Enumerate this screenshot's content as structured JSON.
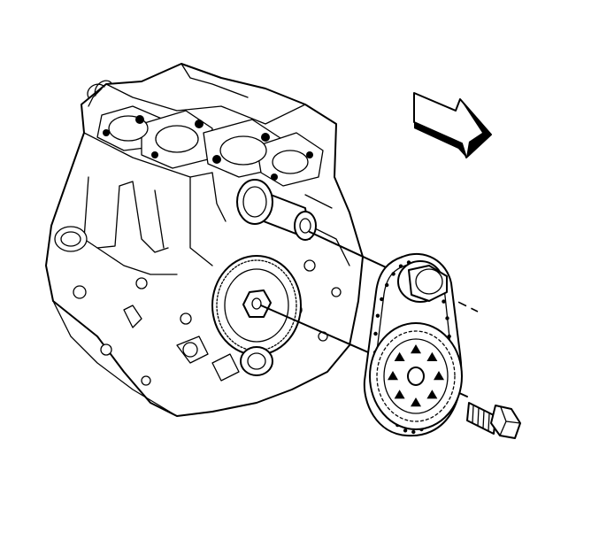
{
  "diagram": {
    "parts": [
      {
        "id": "engine-block",
        "icon": "engine-block-illustration"
      },
      {
        "id": "crankshaft-snout",
        "icon": "crankshaft-illustration"
      },
      {
        "id": "camshaft-gear",
        "icon": "gear-illustration"
      },
      {
        "id": "timing-chain",
        "icon": "chain-illustration"
      },
      {
        "id": "crankshaft-sprocket",
        "icon": "sprocket-illustration"
      },
      {
        "id": "camshaft-sprocket",
        "icon": "sprocket-illustration"
      },
      {
        "id": "sprocket-bolt",
        "icon": "bolt-illustration"
      },
      {
        "id": "view-direction-arrow",
        "icon": "arrow-illustration"
      }
    ],
    "colors": {
      "ink": "#000000",
      "paper": "#ffffff"
    }
  }
}
